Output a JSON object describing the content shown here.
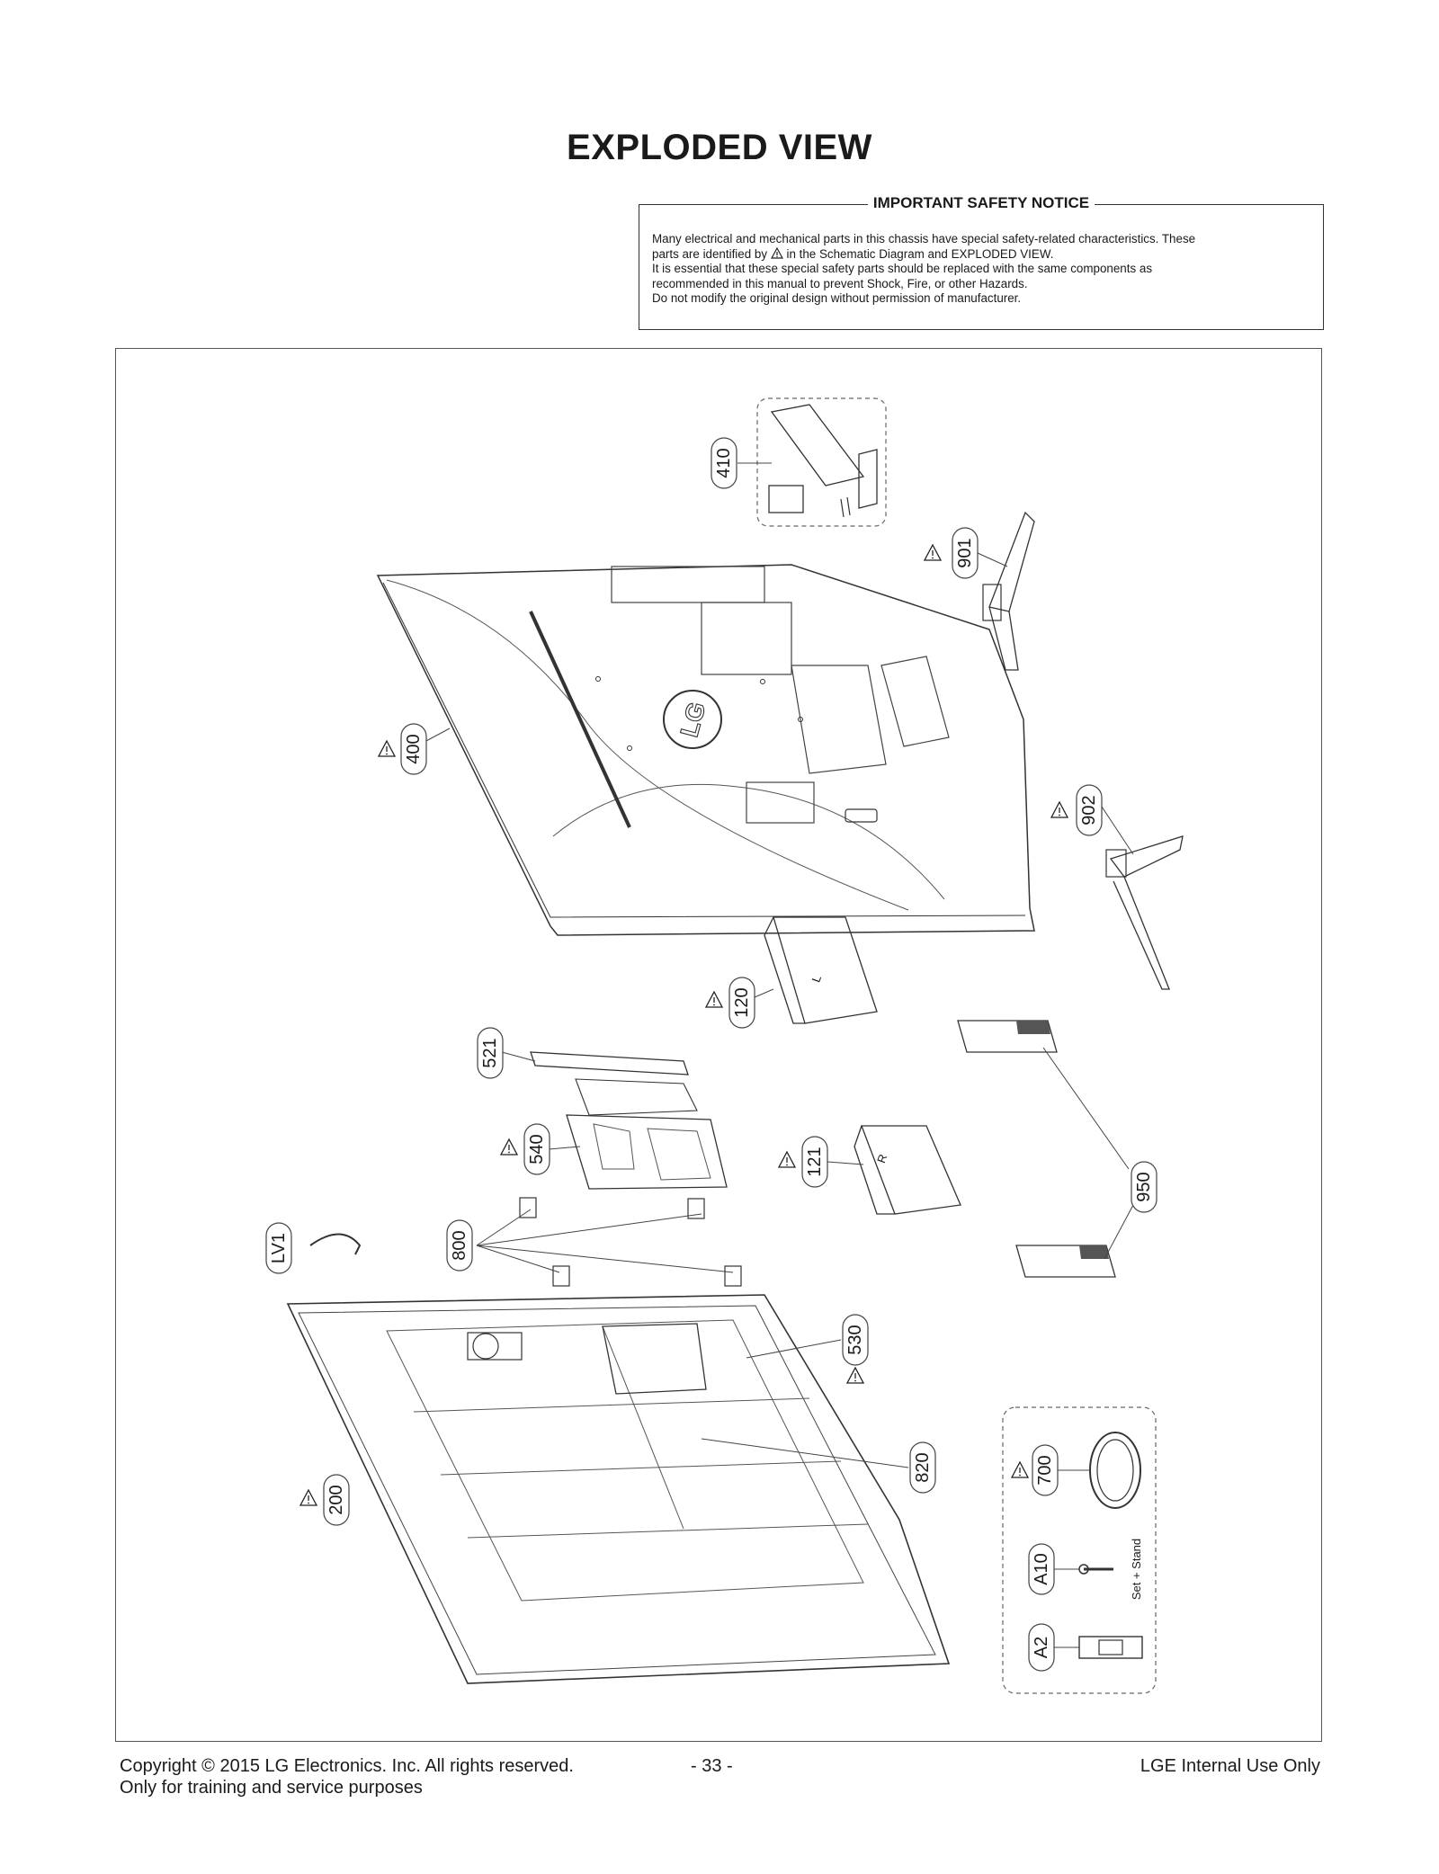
{
  "page": {
    "title": "EXPLODED VIEW"
  },
  "notice": {
    "heading": "IMPORTANT SAFETY NOTICE",
    "line1": "Many electrical and mechanical parts in this chassis have special safety-related characteristics. These",
    "line2_pre": "parts are identified by",
    "line2_post": "in the Schematic Diagram and EXPLODED VIEW.",
    "line3": "It is essential that these special safety parts should be replaced with the same components as",
    "line4": "recommended in this manual to prevent Shock, Fire, or other Hazards.",
    "line5": "Do not modify the original design without permission of manufacturer."
  },
  "diagram": {
    "logo_text": "LG",
    "callouts": {
      "c410": "410",
      "c901": "901",
      "c400": "400",
      "c902": "902",
      "c120": "120",
      "c521": "521",
      "c540": "540",
      "c121": "121",
      "c950": "950",
      "c800": "800",
      "cLV1": "LV1",
      "c530": "530",
      "c820": "820",
      "c200": "200",
      "c700": "700",
      "cA10": "A10",
      "cA2": "A2"
    },
    "label_L": "L",
    "label_R": "R",
    "stand_note": "Set + Stand"
  },
  "footer": {
    "copyright": "Copyright  © 2015 LG Electronics. Inc. All rights reserved.",
    "training": "Only for training and service purposes",
    "page_number": "- 33 -",
    "internal": "LGE Internal Use Only"
  }
}
